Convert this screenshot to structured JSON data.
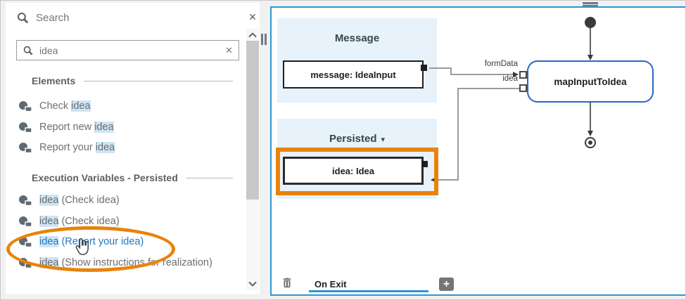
{
  "colors": {
    "accent_blue": "#2e96d1",
    "map_node_border": "#2a66c4",
    "annotation_orange": "#e8830c",
    "highlight_bg": "#cde4f3",
    "link_blue": "#1f78c1",
    "group_bg": "#e7f2fa",
    "line_gray": "#9b9b9b"
  },
  "search_panel": {
    "title": "Search",
    "icons": {
      "close": "✕",
      "clear": "✕"
    },
    "input": {
      "value": "idea"
    },
    "sections": [
      {
        "title": "Elements",
        "items": [
          {
            "segments": [
              {
                "text": "Check ",
                "hl": false
              },
              {
                "text": "idea",
                "hl": true
              }
            ]
          },
          {
            "segments": [
              {
                "text": "Report new ",
                "hl": false
              },
              {
                "text": "idea",
                "hl": true
              }
            ]
          },
          {
            "segments": [
              {
                "text": "Report your ",
                "hl": false
              },
              {
                "text": "idea",
                "hl": true
              }
            ]
          }
        ]
      },
      {
        "title": "Execution Variables - Persisted",
        "items": [
          {
            "segments": [
              {
                "text": "idea",
                "hl": true
              },
              {
                "text": " (Check idea)",
                "hl": false
              }
            ]
          },
          {
            "segments": [
              {
                "text": "idea",
                "hl": true
              },
              {
                "text": " (Check idea)",
                "hl": false
              }
            ]
          },
          {
            "segments": [
              {
                "text": "idea",
                "hl": true
              },
              {
                "text": " (Report your idea)",
                "hl": false
              }
            ],
            "active": true
          },
          {
            "segments": [
              {
                "text": "idea",
                "hl": true
              },
              {
                "text": " (Show instructions for realization)",
                "hl": false
              }
            ]
          }
        ]
      }
    ]
  },
  "diagram": {
    "message_group": {
      "title": "Message",
      "node_label": "message: IdeaInput"
    },
    "persisted_group": {
      "title": "Persisted",
      "caret": "▾",
      "node_label": "idea: Idea"
    },
    "map_node": {
      "label": "mapInputToIdea",
      "ports": [
        {
          "label": "formData"
        },
        {
          "label": "idea"
        }
      ]
    },
    "footer": {
      "tab": "On Exit",
      "add": "+"
    }
  }
}
